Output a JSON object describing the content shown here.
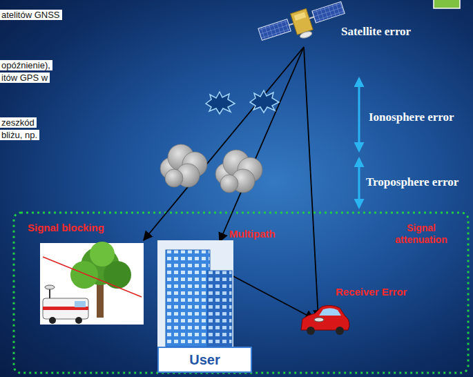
{
  "diagram": {
    "nodes": [
      {
        "text": [
          "User"
        ]
      }
    ],
    "labels": [
      "atelitów GNSS",
      "opóźnienie),",
      "itów GPS w",
      "zeszkód",
      "bliżu, np.",
      "Satellite error",
      "Ionosphere error",
      "Troposphere error",
      "Signal blocking",
      "Multipath",
      "Signal attenuation",
      "Receiver Error"
    ]
  }
}
